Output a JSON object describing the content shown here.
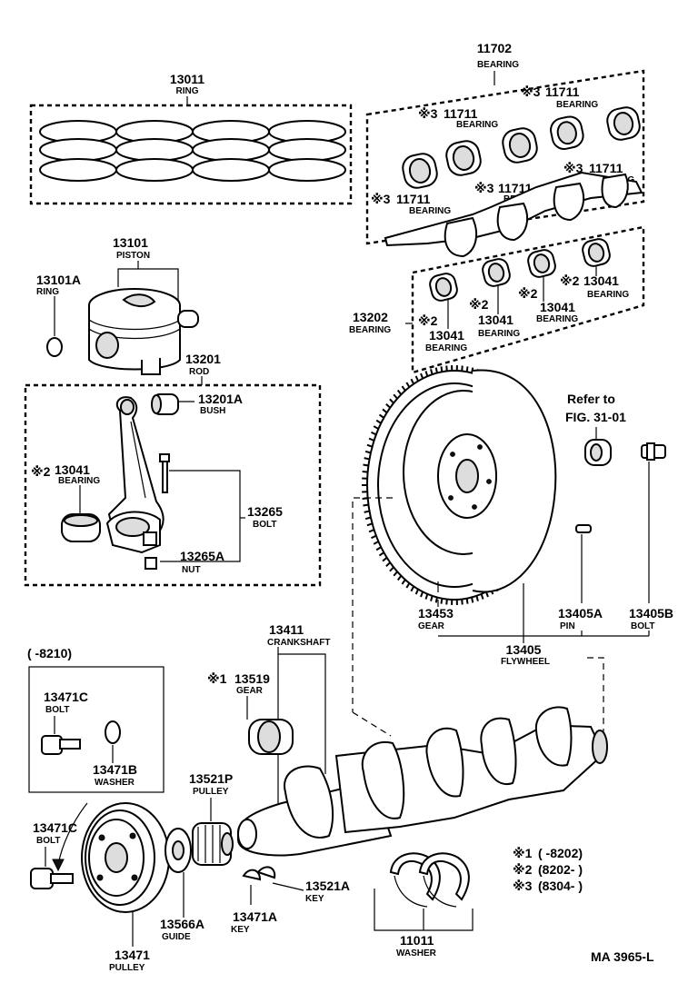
{
  "diagram_ref": "MA 3965-L",
  "legend": [
    {
      "mark": "※1",
      "range": "(      -8202)"
    },
    {
      "mark": "※2",
      "range": "(8202-      )"
    },
    {
      "mark": "※3",
      "range": "(8304-      )"
    }
  ],
  "parts": {
    "ring_set": {
      "number": "13011",
      "name": "RING"
    },
    "crank_bearing_main": {
      "number": "11702",
      "name": "BEARING"
    },
    "crank_bearing_a": {
      "mark": "※3",
      "number": "11711",
      "name": "BEARING"
    },
    "crank_bearing_b": {
      "mark": "※3",
      "number": "11711",
      "name": "BEARING"
    },
    "crank_bearing_c": {
      "mark": "※3",
      "number": "11711",
      "name": "BEARING"
    },
    "crank_bearing_d": {
      "mark": "※3",
      "number": "11711",
      "name": "BEARING"
    },
    "crank_bearing_e": {
      "mark": "※3",
      "number": "11711",
      "name": "BEARING"
    },
    "piston": {
      "number": "13101",
      "name": "PISTON"
    },
    "piston_ring": {
      "number": "13101A",
      "name": "RING"
    },
    "rod_bearing_set": {
      "number": "13202",
      "name": "BEARING"
    },
    "rod_bearing_a": {
      "mark": "※2",
      "number": "13041",
      "name": "BEARING"
    },
    "rod_bearing_b": {
      "mark": "※2",
      "number": "13041",
      "name": "BEARING"
    },
    "rod_bearing_c": {
      "mark": "※2",
      "number": "13041",
      "name": "BEARING"
    },
    "rod_bearing_d": {
      "mark": "※2",
      "number": "13041",
      "name": "BEARING"
    },
    "rod": {
      "number": "13201",
      "name": "ROD"
    },
    "bush": {
      "number": "13201A",
      "name": "BUSH"
    },
    "rod_bearing_inset": {
      "mark": "※2",
      "number": "13041",
      "name": "BEARING"
    },
    "rod_bolt": {
      "number": "13265",
      "name": "BOLT"
    },
    "rod_nut": {
      "number": "13265A",
      "name": "NUT"
    },
    "refer": {
      "line1": "Refer to",
      "line2": "FIG. 31-01"
    },
    "ring_gear": {
      "number": "13453",
      "name": "GEAR"
    },
    "flywheel_pin": {
      "number": "13405A",
      "name": "PIN"
    },
    "flywheel_bolt": {
      "number": "13405B",
      "name": "BOLT"
    },
    "flywheel": {
      "number": "13405",
      "name": "FLYWHEEL"
    },
    "crankshaft": {
      "number": "13411",
      "name": "CRANKSHAFT"
    },
    "inset_range": "(      -8210)",
    "pulley_bolt_inset": {
      "number": "13471C",
      "name": "BOLT"
    },
    "washer_inset": {
      "number": "13471B",
      "name": "WASHER"
    },
    "timing_gear": {
      "mark": "※1",
      "number": "13519",
      "name": "GEAR"
    },
    "timing_pulley": {
      "number": "13521P",
      "name": "PULLEY"
    },
    "pulley_bolt": {
      "number": "13471C",
      "name": "BOLT"
    },
    "crank_key": {
      "number": "13521A",
      "name": "KEY"
    },
    "pulley_guide": {
      "number": "13566A",
      "name": "GUIDE"
    },
    "pulley_key": {
      "number": "13471A",
      "name": "KEY"
    },
    "thrust_washer": {
      "number": "11011",
      "name": "WASHER"
    },
    "crank_pulley": {
      "number": "13471",
      "name": "PULLEY"
    }
  }
}
